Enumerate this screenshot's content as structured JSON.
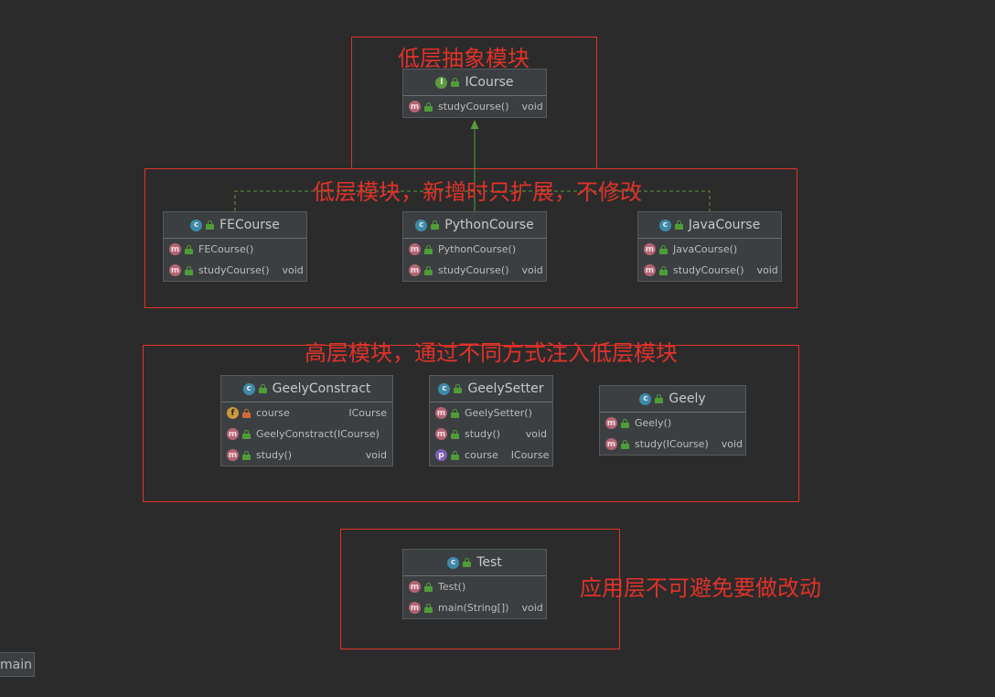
{
  "annotations": {
    "abstract_layer": "低层抽象模块",
    "low_layer": "低层模块，新增时只扩展，不修改",
    "high_layer": "高层模块，通过不同方式注入低层模块",
    "app_layer": "应用层不可避免要做改动"
  },
  "colors": {
    "frame": "#e0322a",
    "background": "#2b2b2b",
    "box": "#3c3f41",
    "edge": "#5b9b3f"
  },
  "classes": {
    "icourse": {
      "kind": "I",
      "name": "ICourse",
      "members": [
        {
          "kind": "m",
          "name": "studyCourse()",
          "type": "void"
        }
      ]
    },
    "fecourse": {
      "kind": "c",
      "name": "FECourse",
      "members": [
        {
          "kind": "m",
          "name": "FECourse()",
          "type": ""
        },
        {
          "kind": "m",
          "name": "studyCourse()",
          "type": "void"
        }
      ]
    },
    "pythoncourse": {
      "kind": "c",
      "name": "PythonCourse",
      "members": [
        {
          "kind": "m",
          "name": "PythonCourse()",
          "type": ""
        },
        {
          "kind": "m",
          "name": "studyCourse()",
          "type": "void"
        }
      ]
    },
    "javacourse": {
      "kind": "c",
      "name": "JavaCourse",
      "members": [
        {
          "kind": "m",
          "name": "JavaCourse()",
          "type": ""
        },
        {
          "kind": "m",
          "name": "studyCourse()",
          "type": "void"
        }
      ]
    },
    "geelyconstract": {
      "kind": "c",
      "name": "GeelyConstract",
      "members": [
        {
          "kind": "f",
          "name": "course",
          "type": "ICourse"
        },
        {
          "kind": "m",
          "name": "GeelyConstract(ICourse)",
          "type": ""
        },
        {
          "kind": "m",
          "name": "study()",
          "type": "void"
        }
      ]
    },
    "geelysetter": {
      "kind": "c",
      "name": "GeelySetter",
      "members": [
        {
          "kind": "m",
          "name": "GeelySetter()",
          "type": ""
        },
        {
          "kind": "m",
          "name": "study()",
          "type": "void"
        },
        {
          "kind": "p",
          "name": "course",
          "type": "ICourse"
        }
      ]
    },
    "geely": {
      "kind": "c",
      "name": "Geely",
      "members": [
        {
          "kind": "m",
          "name": "Geely()",
          "type": ""
        },
        {
          "kind": "m",
          "name": "study(ICourse)",
          "type": "void"
        }
      ]
    },
    "test": {
      "kind": "c",
      "name": "Test",
      "members": [
        {
          "kind": "m",
          "name": "Test()",
          "type": ""
        },
        {
          "kind": "m",
          "name": "main(String[])",
          "type": "void"
        }
      ]
    }
  },
  "tab": {
    "label": "main"
  }
}
